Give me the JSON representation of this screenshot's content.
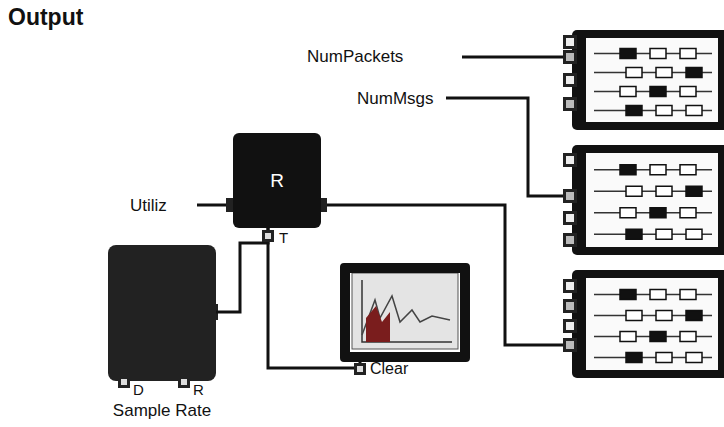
{
  "diagram": {
    "title": "Output",
    "nodes": [
      {
        "text": [
          "R",
          "T"
        ]
      },
      {
        "text": [
          "D",
          "R",
          "Sample Rate"
        ]
      },
      {
        "text": [
          "Clear"
        ]
      }
    ],
    "edges": [
      {
        "from": 1,
        "to": 0,
        "arrow": "none"
      },
      {
        "from": 0,
        "to": 2,
        "arrow": "none"
      }
    ],
    "labels": [
      "NumPackets",
      "NumMsgs",
      "Utiliz"
    ]
  }
}
